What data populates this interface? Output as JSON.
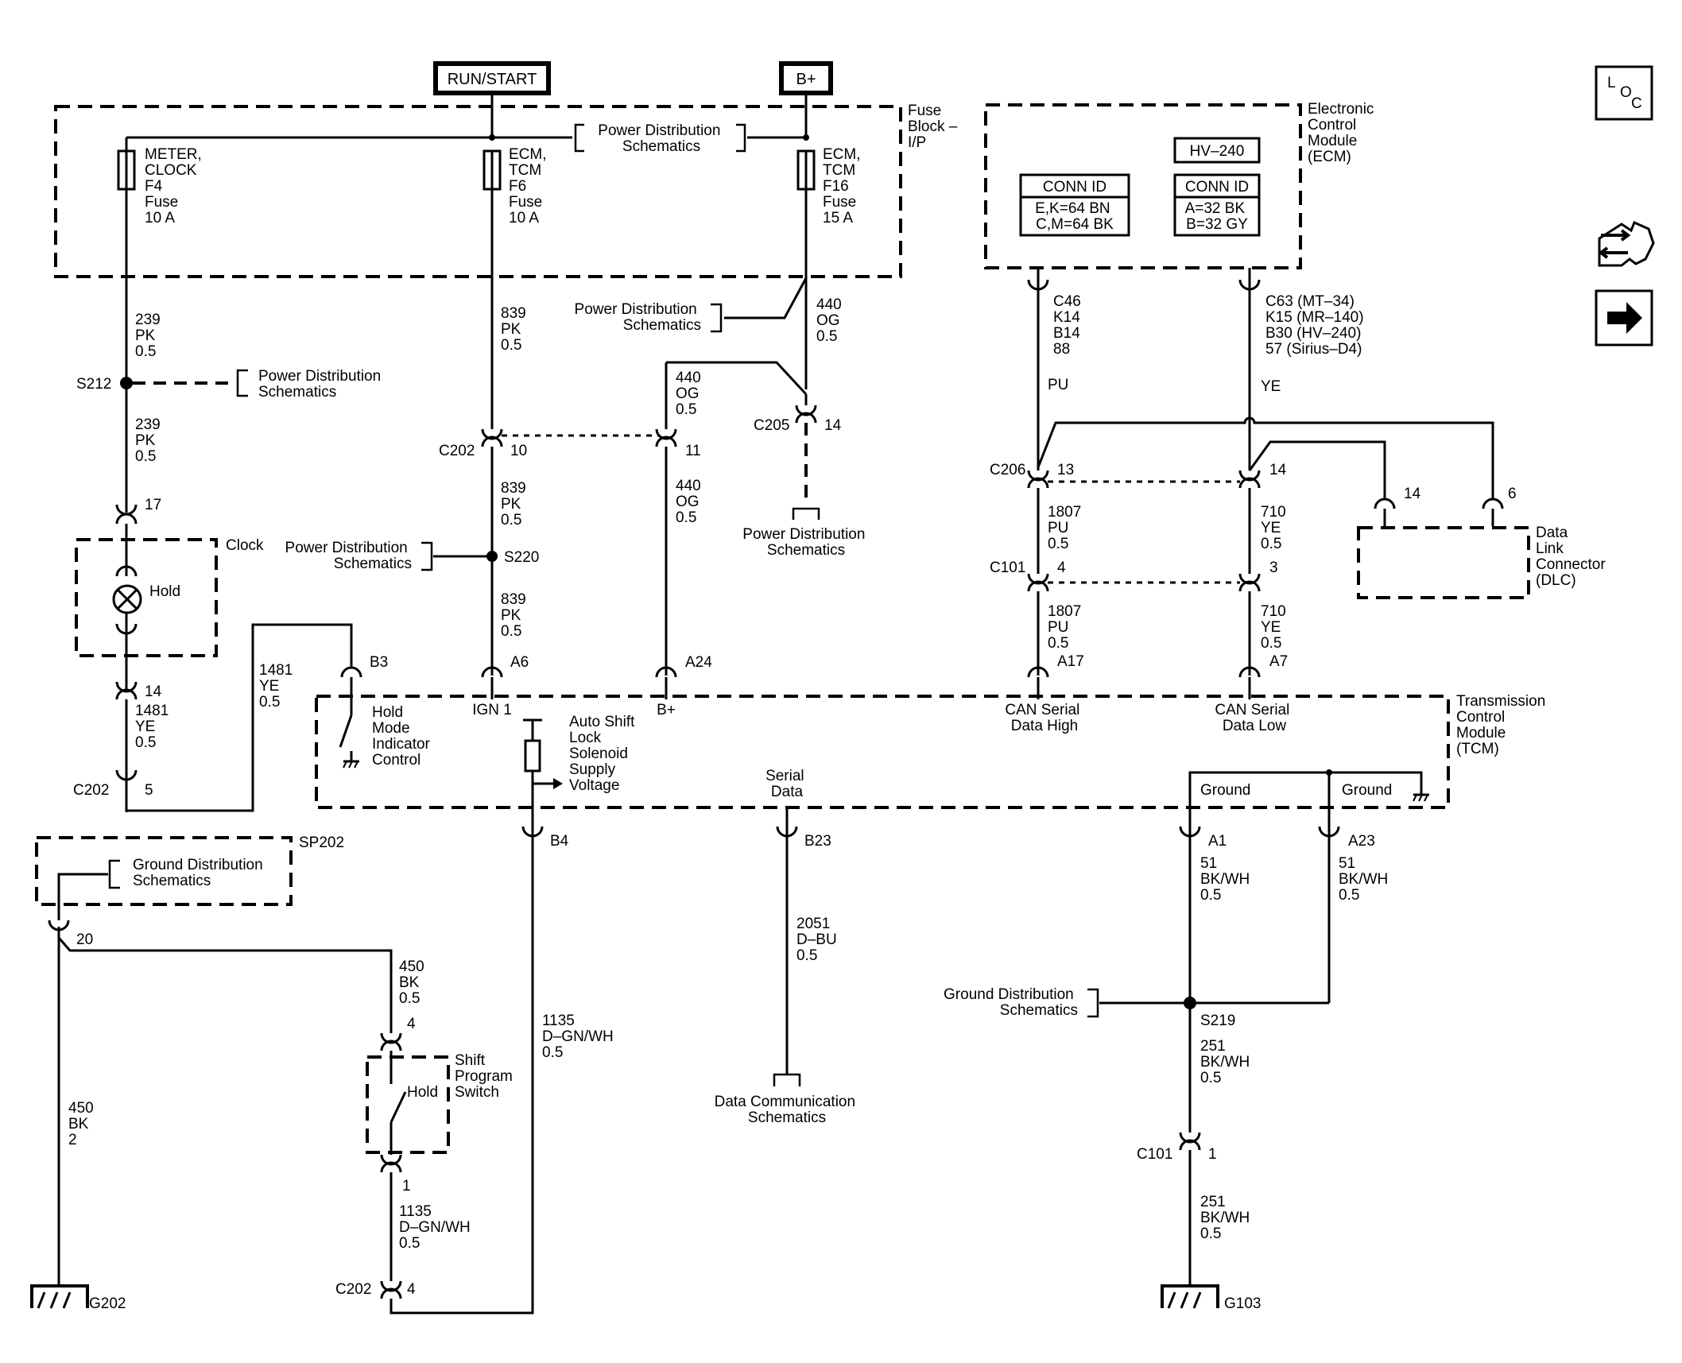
{
  "power": {
    "run_start": "RUN/START",
    "b_plus": "B+"
  },
  "fuse_block": {
    "name": [
      "Fuse",
      "Block –",
      "I/P"
    ],
    "fuse_f4": [
      "METER,",
      "CLOCK",
      "F4",
      "Fuse",
      "10 A"
    ],
    "fuse_f6": [
      "ECM,",
      "TCM",
      "F6",
      "Fuse",
      "10 A"
    ],
    "fuse_f16": [
      "ECM,",
      "TCM",
      "F16",
      "Fuse",
      "15 A"
    ]
  },
  "ref": {
    "power_dist": [
      "Power Distribution",
      "Schematics"
    ],
    "ground_dist": [
      "Ground Distribution",
      "Schematics"
    ],
    "data_comm": [
      "Data Communication",
      "Schematics"
    ]
  },
  "ecm": {
    "name": [
      "Electronic",
      "Control",
      "Module",
      "(ECM)"
    ],
    "hv": "HV–240",
    "conn_id": "CONN ID",
    "conn_left": [
      "E,K=64 BN",
      "C,M=64 BK"
    ],
    "conn_right": [
      "A=32 BK",
      "B=32 GY"
    ],
    "pins_left": [
      "C46",
      "K14",
      "B14",
      "88"
    ],
    "pins_right": [
      "C63 (MT–34)",
      "K15 (MR–140)",
      "B30 (HV–240)",
      "57 (Sirius–D4)"
    ]
  },
  "tcm": {
    "name": [
      "Transmission",
      "Control",
      "Module",
      "(TCM)"
    ],
    "hold_mode": [
      "Hold",
      "Mode",
      "Indicator",
      "Control"
    ],
    "ign1": "IGN 1",
    "b_plus": "B+",
    "solenoid": [
      "Auto Shift",
      "Lock",
      "Solenoid",
      "Supply",
      "Voltage"
    ],
    "serial": [
      "Serial",
      "Data"
    ],
    "can_high": [
      "CAN Serial",
      "Data High"
    ],
    "can_low": [
      "CAN Serial",
      "Data Low"
    ],
    "ground": "Ground"
  },
  "clock": {
    "name": "Clock",
    "lamp": "Hold"
  },
  "shift_switch": {
    "name": [
      "Shift",
      "Program",
      "Switch"
    ],
    "position": "Hold"
  },
  "dlc": {
    "name": [
      "Data",
      "Link",
      "Connector",
      "(DLC)"
    ],
    "pins": [
      "14",
      "6"
    ]
  },
  "wires": {
    "w239": [
      "239",
      "PK",
      "0.5"
    ],
    "w839": [
      "839",
      "PK",
      "0.5"
    ],
    "w440": [
      "440",
      "OG",
      "0.5"
    ],
    "w1481": [
      "1481",
      "YE",
      "0.5"
    ],
    "w1807": [
      "1807",
      "PU",
      "0.5"
    ],
    "w710": [
      "710",
      "YE",
      "0.5"
    ],
    "w51": [
      "51",
      "BK/WH",
      "0.5"
    ],
    "w2051": [
      "2051",
      "D–BU",
      "0.5"
    ],
    "w1135": [
      "1135",
      "D–GN/WH",
      "0.5"
    ],
    "w450": [
      "450",
      "BK",
      "0.5"
    ],
    "w450b": [
      "450",
      "BK",
      "2"
    ],
    "w251": [
      "251",
      "BK/WH",
      "0.5"
    ],
    "pu": "PU",
    "ye": "YE"
  },
  "connectors": {
    "c202": "C202",
    "c205": "C205",
    "c206": "C206",
    "c101": "C101",
    "s212": "S212",
    "s220": "S220",
    "s219": "S219",
    "sp202": "SP202",
    "g202": "G202",
    "g103": "G103"
  },
  "pins": {
    "p10": "10",
    "p11": "11",
    "p14": "14",
    "p17": "17",
    "p5": "5",
    "p13": "13",
    "p4": "4",
    "p3": "3",
    "p20": "20",
    "p1": "1",
    "b3": "B3",
    "a6": "A6",
    "a24": "A24",
    "a17": "A17",
    "a7": "A7",
    "b4": "B4",
    "b23": "B23",
    "a1": "A1",
    "a23": "A23"
  },
  "nav": {
    "loc": [
      "L",
      "O",
      "C"
    ]
  }
}
